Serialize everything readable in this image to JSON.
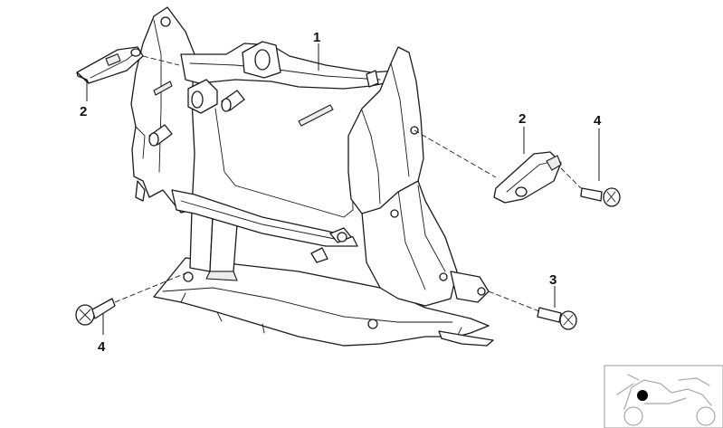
{
  "callouts": [
    {
      "id": "frame",
      "label": "1"
    },
    {
      "id": "holder-left",
      "label": "2"
    },
    {
      "id": "holder-right",
      "label": "2"
    },
    {
      "id": "bolt-right",
      "label": "4"
    },
    {
      "id": "bolt-lower-right",
      "label": "3"
    },
    {
      "id": "bolt-left",
      "label": "4"
    }
  ],
  "colors": {
    "line": "#1a1a1a",
    "thumbnail_marker": "#000000",
    "thumbnail_outline": "#a8a8a8"
  }
}
